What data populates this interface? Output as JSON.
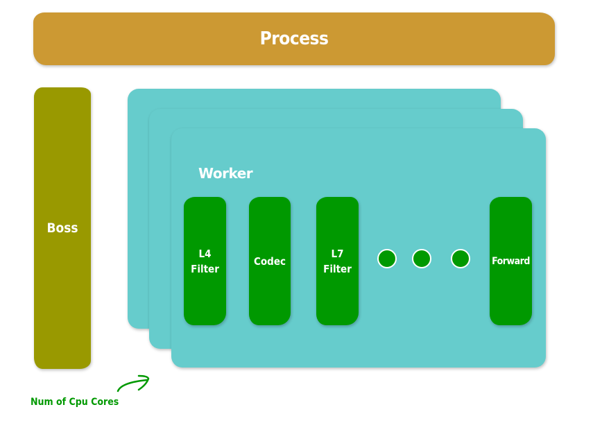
{
  "colors": {
    "process": "#cc9933",
    "boss": "#999900",
    "worker_card": "#66cccc",
    "module": "#009900",
    "dot": "#009900",
    "annotation": "#009900",
    "text": "#ffffff"
  },
  "process": {
    "label": "Process"
  },
  "boss": {
    "label": "Boss"
  },
  "worker": {
    "title": "Worker",
    "stack_count_visible": 3,
    "modules": [
      {
        "label": "L4\nFilter"
      },
      {
        "label": "Codec"
      },
      {
        "label": "L7\nFilter"
      },
      {
        "label": "Forward"
      }
    ],
    "ellipsis_dots": 3
  },
  "annotation": {
    "label": "Num of Cpu Cores",
    "arrow_icon": "curved-arrow-icon"
  }
}
